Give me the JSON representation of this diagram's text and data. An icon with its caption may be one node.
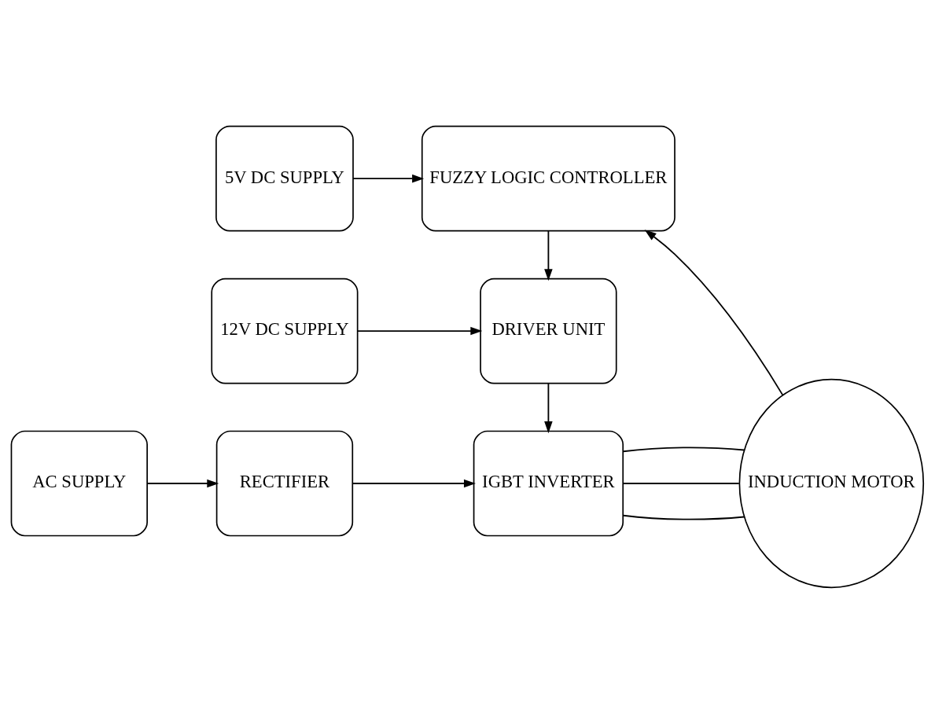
{
  "diagram": {
    "nodes": [
      {
        "text": [
          "AC SUPPLY"
        ]
      },
      {
        "text": [
          "RECTIFIER"
        ]
      },
      {
        "text": [
          "IGBT INVERTER"
        ]
      },
      {
        "text": [
          "INDUCTION MOTOR"
        ]
      },
      {
        "text": [
          "12V DC SUPPLY"
        ]
      },
      {
        "text": [
          "DRIVER UNIT"
        ]
      },
      {
        "text": [
          "5V DC SUPPLY"
        ]
      },
      {
        "text": [
          "FUZZY LOGIC CONTROLLER"
        ]
      }
    ],
    "edges": [
      {
        "from": 0,
        "to": 1,
        "arrow": "to"
      },
      {
        "from": 1,
        "to": 2,
        "arrow": "to"
      },
      {
        "from": 2,
        "to": 3,
        "arrow": "none"
      },
      {
        "from": 2,
        "to": 3,
        "arrow": "none"
      },
      {
        "from": 2,
        "to": 3,
        "arrow": "none"
      },
      {
        "from": 5,
        "to": 2,
        "arrow": "to"
      },
      {
        "from": 4,
        "to": 5,
        "arrow": "to"
      },
      {
        "from": 7,
        "to": 5,
        "arrow": "to"
      },
      {
        "from": 6,
        "to": 7,
        "arrow": "to"
      },
      {
        "from": 3,
        "to": 7,
        "arrow": "to"
      }
    ]
  }
}
